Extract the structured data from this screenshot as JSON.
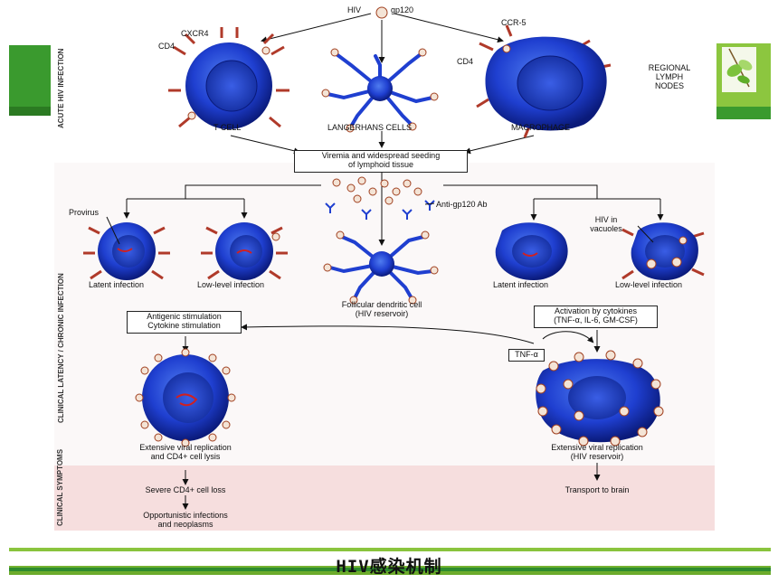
{
  "slide": {
    "title": "HIV感染机制",
    "accent_green": "#2e8b2e",
    "light_green": "#8cc63f"
  },
  "side_labels": {
    "acute": "ACUTE HIV INFECTION",
    "clinical_latency": "CLINICAL LATENCY / CHRONIC INFECTION",
    "clinical_symptoms": "CLINICAL SYMPTOMS"
  },
  "top": {
    "hiv": "HIV",
    "gp120": "gp120",
    "cxcr4": "CXCR4",
    "cd4_left": "CD4",
    "ccr5": "CCR-5",
    "cd4_right": "CD4",
    "t_cell": "T CELL",
    "langerhans": "LANGERHANS CELLS",
    "macrophage": "MACROPHAGE",
    "regional_lines": [
      "REGIONAL",
      "LYMPH",
      "NODES"
    ]
  },
  "viremia_box": [
    "Viremia and widespread seeding",
    "of lymphoid tissue"
  ],
  "middle": {
    "provirus": "Provirus",
    "anti_gp120": "Anti-gp120 Ab",
    "hiv_in_vacuoles": [
      "HIV in",
      "vacuoles"
    ],
    "latent_left": "Latent infection",
    "lowlevel_left": "Low-level infection",
    "latent_right": "Latent infection",
    "lowlevel_right": "Low-level infection",
    "follicular": [
      "Follicular dendritic cell",
      "(HIV reservoir)"
    ]
  },
  "stim_box": [
    "Antigenic stimulation",
    "Cytokine stimulation"
  ],
  "activation_box": [
    "Activation by cytokines",
    "(TNF-α, IL-6, GM-CSF)"
  ],
  "tnf": "TNF-α",
  "bottom": {
    "extensive_left": [
      "Extensive viral replication",
      "and CD4+ cell lysis"
    ],
    "extensive_right": [
      "Extensive viral replication",
      "(HIV reservoir)"
    ],
    "severe_loss": "Severe CD4+ cell loss",
    "opportunistic": [
      "Opportunistic infections",
      "and neoplasms"
    ],
    "transport": "Transport to brain"
  }
}
